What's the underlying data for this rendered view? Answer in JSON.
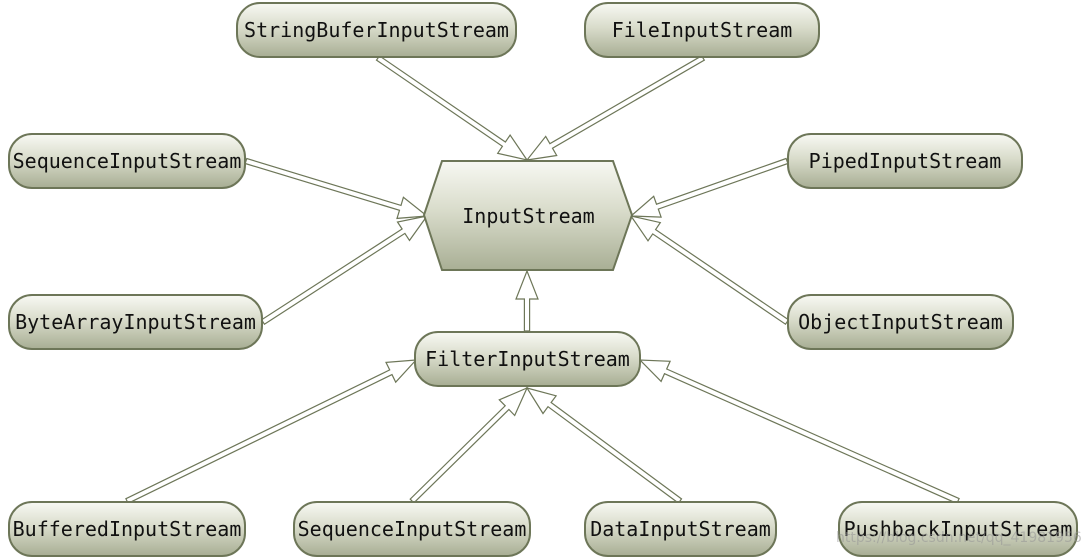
{
  "nodes": {
    "center": "InputStream",
    "string_buffer": "StringBuferInputStream",
    "file": "FileInputStream",
    "sequence_top": "SequenceInputStream",
    "piped": "PipedInputStream",
    "byte_array": "ByteArrayInputStream",
    "object": "ObjectInputStream",
    "filter": "FilterInputStream",
    "buffered": "BufferedInputStream",
    "sequence_bottom": "SequenceInputStream",
    "data": "DataInputStream",
    "pushback": "PushbackInputStream"
  },
  "watermark": "https://blog.csdn.net/qq_41981956",
  "colors": {
    "node_border": "#6d7658",
    "node_fill_top": "#f7f8f2",
    "node_fill_bottom": "#a9af95",
    "arrow_stroke": "#6d7658"
  }
}
